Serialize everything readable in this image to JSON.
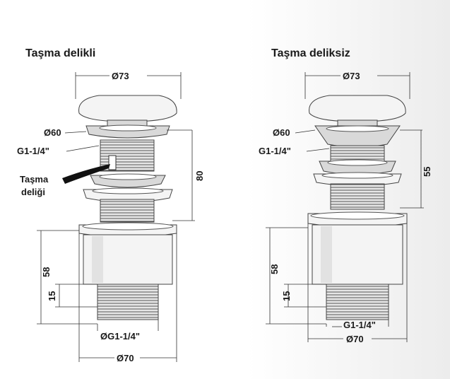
{
  "left": {
    "title": "Taşma delikli",
    "cap_diameter": "Ø73",
    "flange_diameter": "Ø60",
    "thread_top": "G1-1/4\"",
    "overflow_label_1": "Taşma",
    "overflow_label_2": "deliği",
    "height_dim": "80",
    "body_height_dim": "58",
    "thread_len_dim": "15",
    "thread_bottom": "ØG1-1/4\"",
    "base_diameter": "Ø70"
  },
  "right": {
    "title": "Taşma deliksiz",
    "cap_diameter": "Ø73",
    "flange_diameter": "Ø60",
    "thread_top": "G1-1/4\"",
    "height_dim": "55",
    "body_height_dim": "58",
    "thread_len_dim": "15",
    "thread_bottom": "G1-1/4\"",
    "base_diameter": "Ø70"
  }
}
